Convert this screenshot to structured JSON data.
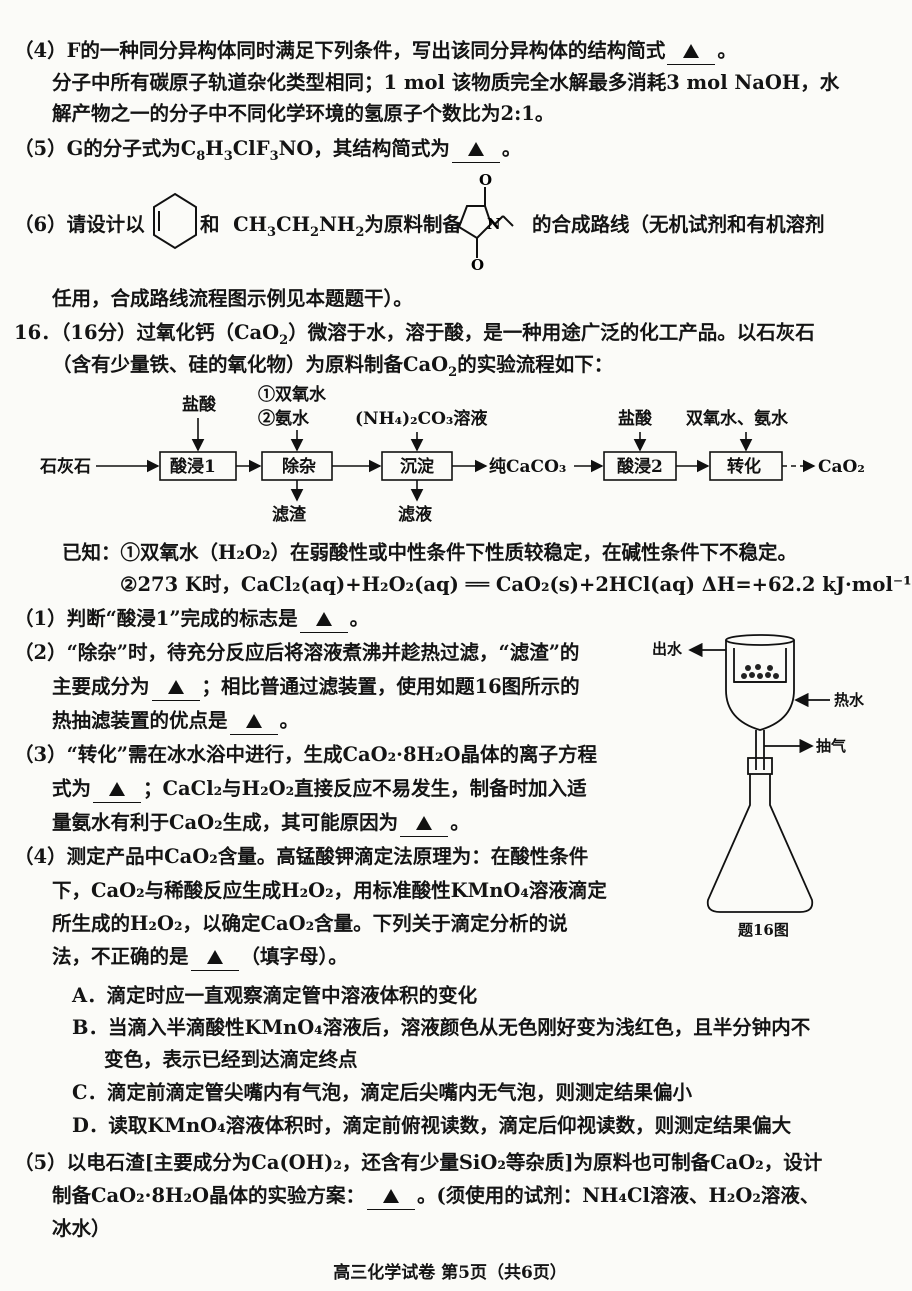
{
  "q4": {
    "l1a": "（4）F的一种同分异构体同时满足下列条件，写出该同分异构体的结构简式",
    "end": "。",
    "l2": "分子中所有碳原子轨道杂化类型相同；1 mol 该物质完全水解最多消耗3 mol NaOH，水",
    "l3": "解产物之一的分子中不同化学环境的氢原子个数比为2:1。"
  },
  "q5": {
    "a": "（5）G的分子式为C",
    "f1": "8",
    "b": "H",
    "f2": "3",
    "c": "ClF",
    "f3": "3",
    "d": "NO，其结构简式为",
    "end": "。"
  },
  "q6": {
    "a": "（6）请设计以",
    "b": "和",
    "c": "CH",
    "c2": "3",
    "d": "CH",
    "d2": "2",
    "e": "NH",
    "e2": "2",
    "f": "为原料制备",
    "g": "的合成路线（无机试剂和有机溶剂",
    "l2": "任用，合成路线流程图示例见本题题干）。",
    "o1": "O",
    "o2": "O",
    "n": "N"
  },
  "q16": {
    "l1a": "16．（16分）过氧化钙（CaO",
    "l1b": "2",
    "l1c": "）微溶于水，溶于酸，是一种用途广泛的化工产品。以石灰石",
    "l2a": "（含有少量铁、硅的氧化物）为原料制备CaO",
    "l2b": "2",
    "l2c": "的实验流程如下："
  },
  "flow": {
    "start": "石灰石",
    "box1": "酸浸1",
    "box2": "除杂",
    "box3": "沉淀",
    "mid": "纯CaCO₃",
    "box4": "酸浸2",
    "box5": "转化",
    "end": "CaO₂",
    "in1": "盐酸",
    "in2a": "①双氧水",
    "in2b": "②氨水",
    "in3": "(NH₄)₂CO₃溶液",
    "in4": "盐酸",
    "in5": "双氧水、氨水",
    "out2": "滤渣",
    "out3": "滤液"
  },
  "known": {
    "l1": "已知：①双氧水（H₂O₂）在弱酸性或中性条件下性质较稳定，在碱性条件下不稳定。",
    "l2": "②273 K时，CaCl₂(aq)+H₂O₂(aq) ══ CaO₂(s)+2HCl(aq)  ΔH=+62.2 kJ·mol⁻¹"
  },
  "p1": {
    "a": "（1）判断“酸浸1”完成的标志是",
    "end": "。"
  },
  "p2": {
    "l1": "（2）“除杂”时，待充分反应后将溶液煮沸并趁热过滤，“滤渣”的",
    "l2a": "主要成分为",
    "l2b": "；相比普通过滤装置，使用如题16图所示的",
    "l3a": "热抽滤装置的优点是",
    "end": "。"
  },
  "p3": {
    "l1": "（3）“转化”需在冰水浴中进行，生成CaO₂·8H₂O晶体的离子方程",
    "l2a": "式为",
    "l2b": "；CaCl₂与H₂O₂直接反应不易发生，制备时加入适",
    "l3a": "量氨水有利于CaO₂生成，其可能原因为",
    "end": "。"
  },
  "p4": {
    "l1": "（4）测定产品中CaO₂含量。高锰酸钾滴定法原理为：在酸性条件",
    "l2": "下，CaO₂与稀酸反应生成H₂O₂，用标准酸性KMnO₄溶液滴定",
    "l3": "所生成的H₂O₂，以确定CaO₂含量。下列关于滴定分析的说",
    "l4a": "法，不正确的是",
    "l4b": "（填字母）。"
  },
  "opts": {
    "A": "A．滴定时应一直观察滴定管中溶液体积的变化",
    "B1": "B．当滴入半滴酸性KMnO₄溶液后，溶液颜色从无色刚好变为浅红色，且半分钟内不",
    "B2": "变色，表示已经到达滴定终点",
    "C": "C．滴定前滴定管尖嘴内有气泡，滴定后尖嘴内无气泡，则测定结果偏小",
    "D": "D．读取KMnO₄溶液体积时，滴定前俯视读数，滴定后仰视读数，则测定结果偏大"
  },
  "p5": {
    "l1": "（5）以电石渣[主要成分为Ca(OH)₂，还含有少量SiO₂等杂质]为原料也可制备CaO₂，设计",
    "l2a": "制备CaO₂·8H₂O晶体的实验方案：",
    "l2b": "。(须使用的试剂：NH₄Cl溶液、H₂O₂溶液、",
    "l3": "冰水）"
  },
  "fig": {
    "out_water": "出水",
    "hot_water": "热水",
    "suction": "抽气",
    "caption": "题16图"
  },
  "footer": "高三化学试卷  第5页（共6页）"
}
